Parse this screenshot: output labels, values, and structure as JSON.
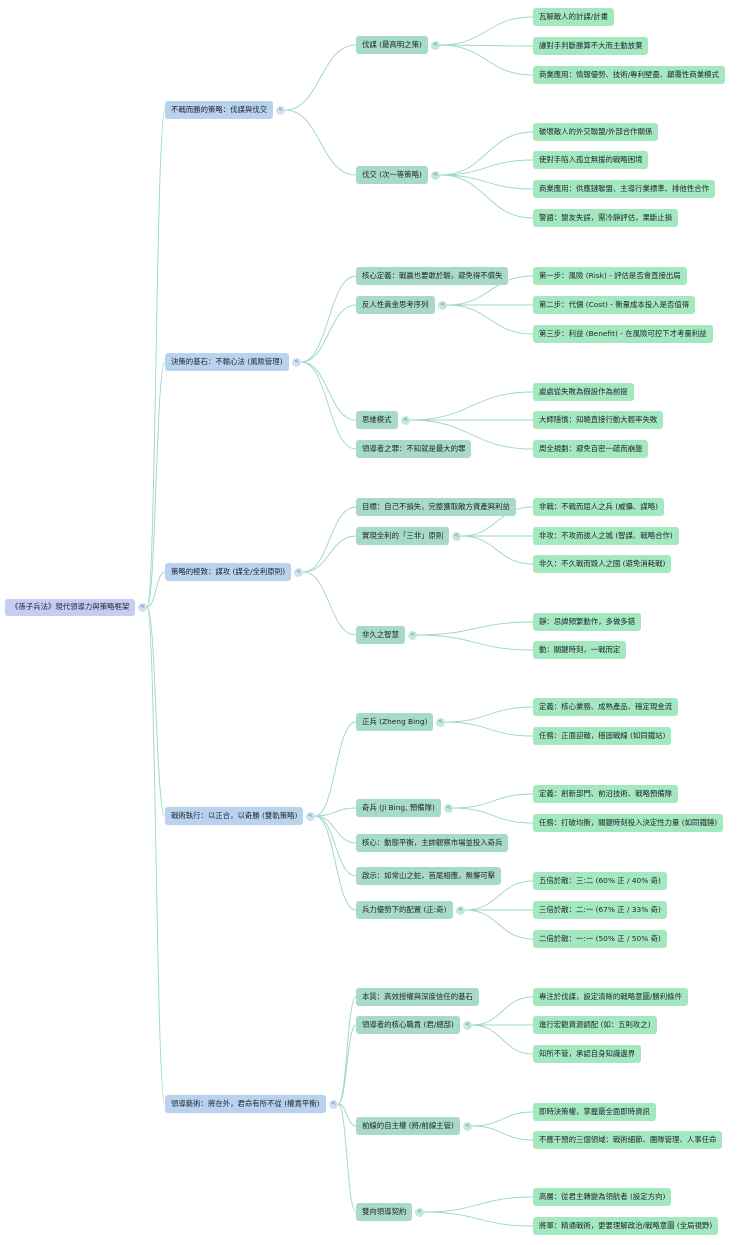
{
  "root": {
    "label": "《孫子兵法》現代領導力與策略框架",
    "children": [
      {
        "label": "不戰而勝的策略：伐謀與伐交",
        "children": [
          {
            "label": "伐謀 (最高明之策)",
            "children": [
              {
                "label": "瓦解敵人的計謀/計畫"
              },
              {
                "label": "讓對手判斷勝算不大而主動放棄"
              },
              {
                "label": "商業應用：情報優勢、技術/專利壁壘、顛覆性商業模式"
              }
            ]
          },
          {
            "label": "伐交 (次一等策略)",
            "children": [
              {
                "label": "破壞敵人的外交聯盟/外部合作關係"
              },
              {
                "label": "使對手陷入孤立無援的戰略困境"
              },
              {
                "label": "商業應用：供應鏈聯盟、主導行業標準、排他性合作"
              },
              {
                "label": "警語：盟友失誤，需冷靜評估，果斷止損"
              }
            ]
          }
        ]
      },
      {
        "label": "決策的基石：不輸心法 (風險管理)",
        "children": [
          {
            "label": "核心定義：戰贏也要敢於輸，避免得不償失"
          },
          {
            "label": "反人性黃金思考序列",
            "children": [
              {
                "label": "第一步：風險 (Risk) - 評估是否會直接出局"
              },
              {
                "label": "第二步：代價 (Cost) - 衡量成本投入是否值得"
              },
              {
                "label": "第三步：利益 (Benefit) - 在風險可控下才考量利益"
              }
            ]
          },
          {
            "label": "思維模式",
            "children": [
              {
                "label": "處處從失敗為假設作為前提"
              },
              {
                "label": "大師隱憤：知曉直接行動大輕率失敗"
              },
              {
                "label": "周全規劃：避免百密一疏而崩盤"
              }
            ]
          },
          {
            "label": "領導者之罪：不知就是最大的罪"
          }
        ]
      },
      {
        "label": "策略的極致：謀攻 (謀全/全利原則)",
        "children": [
          {
            "label": "目標：自己不損失，完整獲取敵方資產與利益"
          },
          {
            "label": "實現全利的「三非」原則",
            "children": [
              {
                "label": "非戰：不戰而屈人之兵 (威懾、謀略)"
              },
              {
                "label": "非攻：不攻而拔人之城 (智謀、戰略合作)"
              },
              {
                "label": "非久：不久戰而毀人之國 (避免消耗戰)"
              }
            ]
          },
          {
            "label": "非久之智慧",
            "children": [
              {
                "label": "靜：忌諱頻繁動作，多做多錯"
              },
              {
                "label": "動：關鍵時刻，一戰而定"
              }
            ]
          }
        ]
      },
      {
        "label": "戰術執行：以正合，以奇勝 (雙軌策略)",
        "children": [
          {
            "label": "正兵 (Zheng Bing)",
            "children": [
              {
                "label": "定義：核心業務、成熟產品、穩定現金流"
              },
              {
                "label": "任務：正面迎敵，穩固戰線 (如同鐵站)"
              }
            ]
          },
          {
            "label": "奇兵 (Ji Bing, 預備隊)",
            "children": [
              {
                "label": "定義：創新部門、前沿技術、戰略預備隊"
              },
              {
                "label": "任務：打破均衡，關鍵時刻投入決定性力量 (如同鐵錘)"
              }
            ]
          },
          {
            "label": "核心：動態平衡，主帥觀察市場並投入奇兵"
          },
          {
            "label": "啟示：如常山之蛇，首尾相應，無懈可擊"
          },
          {
            "label": "兵力優勢下的配置 (正:奇)",
            "children": [
              {
                "label": "五倍於敵：三:二 (60% 正 / 40% 奇)"
              },
              {
                "label": "三倍於敵：二:一 (67% 正 / 33% 奇)"
              },
              {
                "label": "二倍於敵：一:一 (50% 正 / 50% 奇)"
              }
            ]
          }
        ]
      },
      {
        "label": "領導藝術：將在外，君命有所不從 (權責平衡)",
        "children": [
          {
            "label": "本質：高效授權與深度信任的基石"
          },
          {
            "label": "領導者的核心職責 (君/總部)",
            "children": [
              {
                "label": "專注於伐謀，設定清晰的戰略意圖/勝利條件"
              },
              {
                "label": "進行宏觀資源調配 (如：五則攻之)"
              },
              {
                "label": "知所不管，承認自身知識邊界"
              }
            ]
          },
          {
            "label": "前線的自主權 (將/前線主管)",
            "children": [
              {
                "label": "即時決策權，掌握最全面即時資訊"
              },
              {
                "label": "不應干預的三個領域：戰術細節、團隊管理、人事任命"
              }
            ]
          },
          {
            "label": "雙向領導契約",
            "children": [
              {
                "label": "高層：從君主轉變為領航者 (設定方向)"
              },
              {
                "label": "將軍：精通戰術，更要理解政治/戰略意圖 (全局視野)"
              }
            ]
          }
        ]
      }
    ]
  },
  "ui": {
    "toggle_icon": "<",
    "colors": {
      "root_bg": "#c8ccf3",
      "level1_bg": "#b9d2ee",
      "level2_bg": "#a7dbc8",
      "level3_bg": "#a4e8c0",
      "edge": "#9bd7c1"
    }
  }
}
